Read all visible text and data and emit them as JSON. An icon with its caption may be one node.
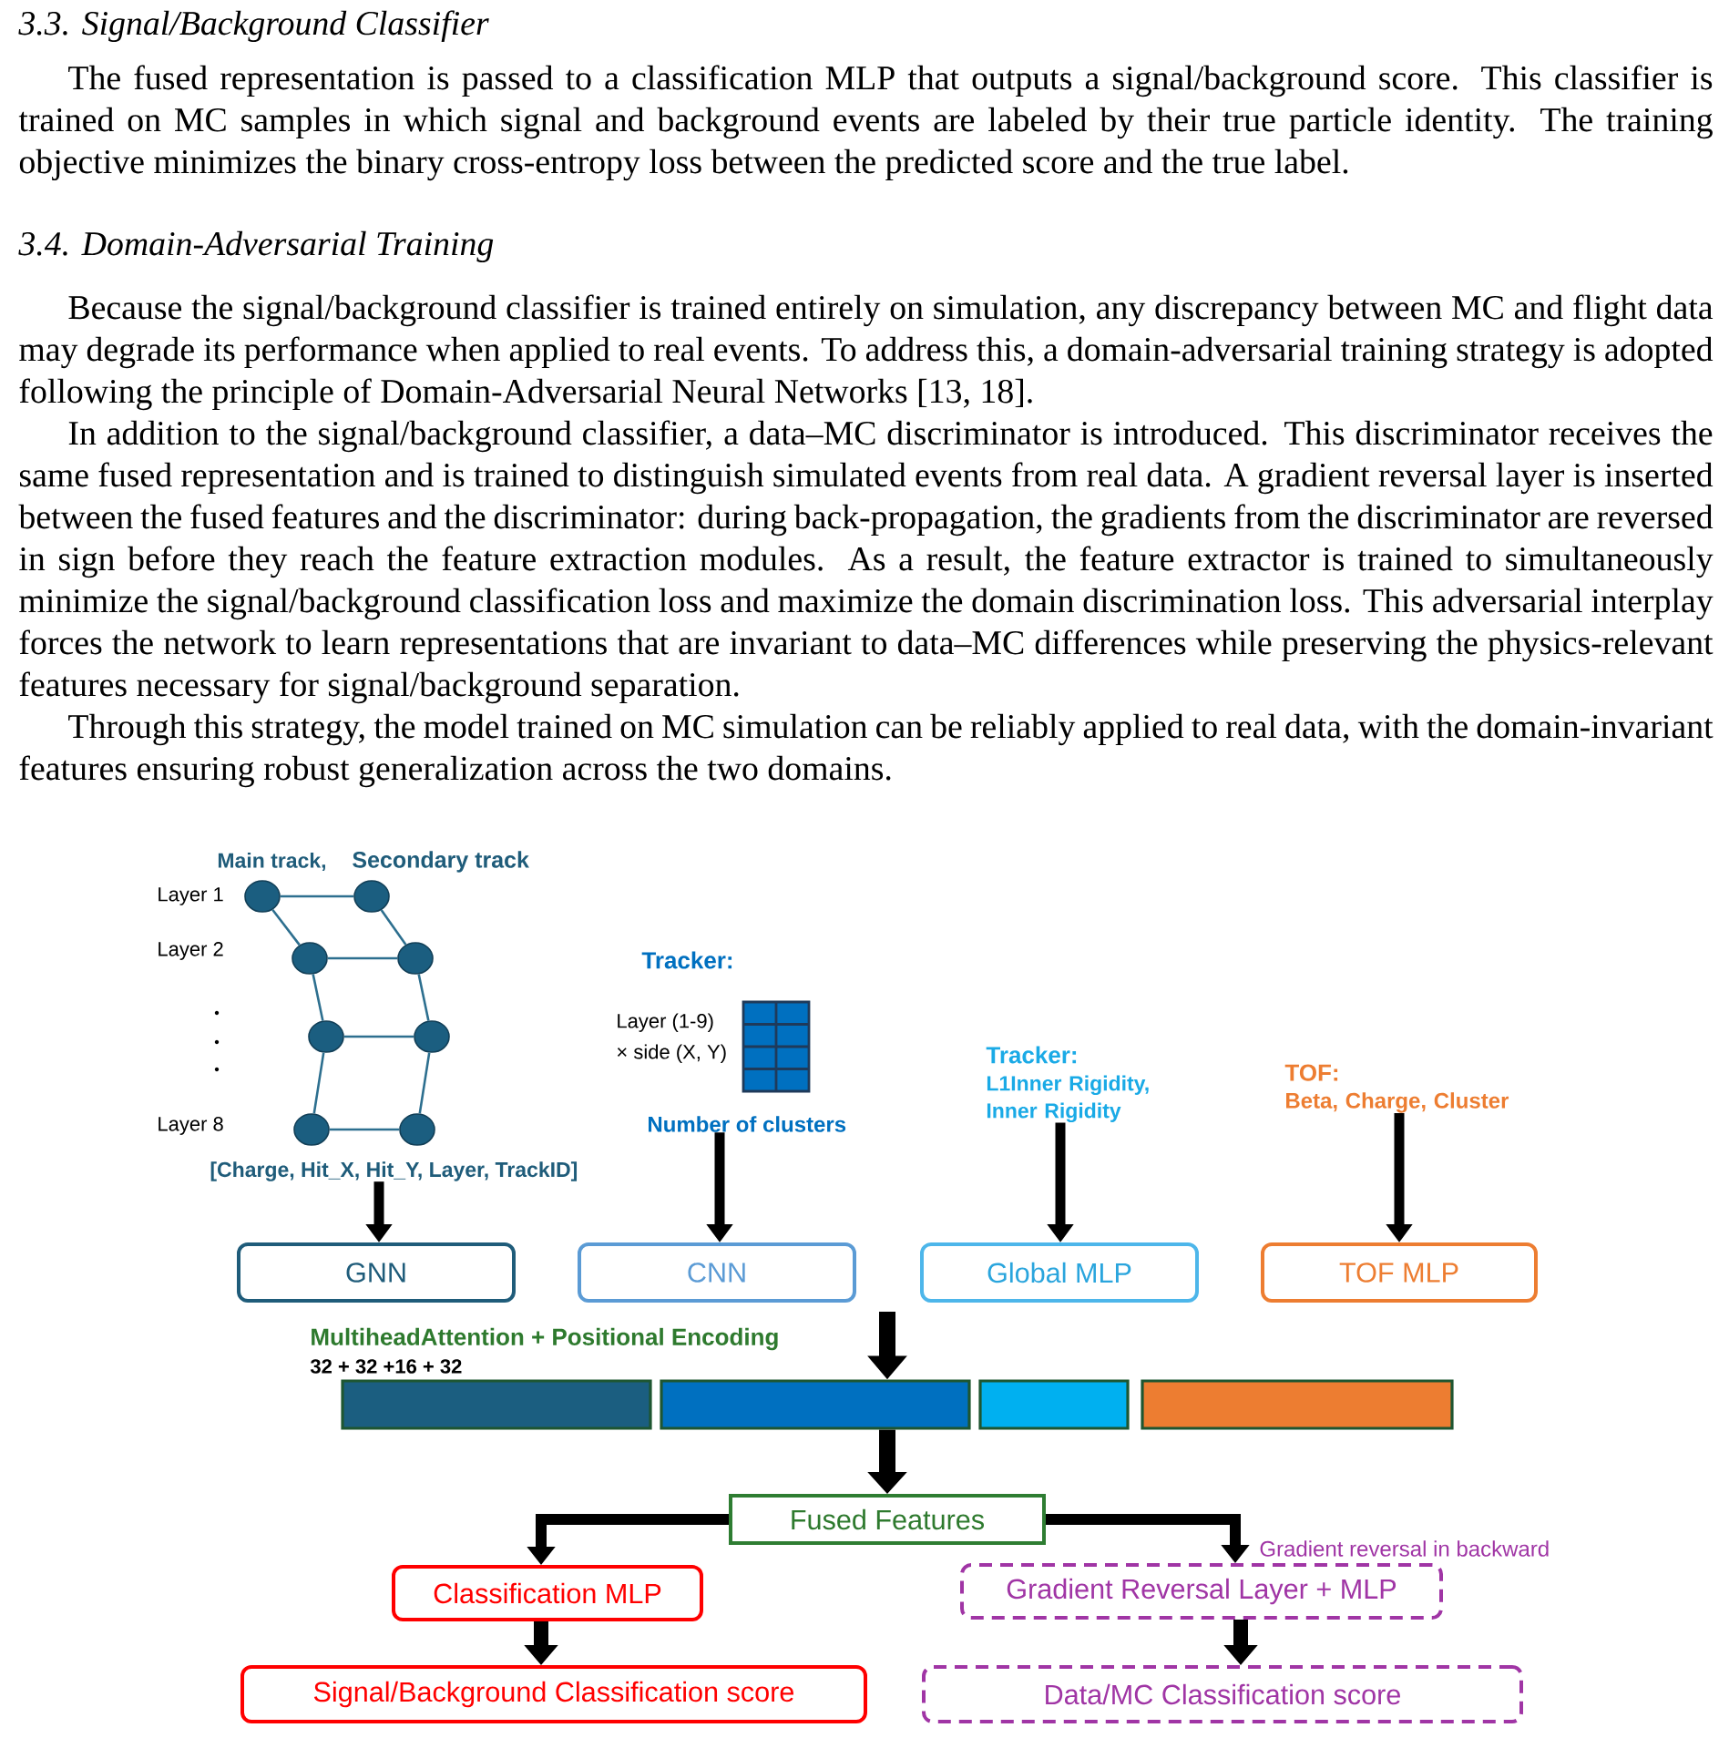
{
  "diagram": {
    "nodes": [
      {
        "text": [],
        "shape": "circle"
      },
      {
        "text": [],
        "shape": "circle"
      },
      {
        "text": [],
        "shape": "circle"
      },
      {
        "text": [],
        "shape": "circle"
      },
      {
        "text": [],
        "shape": "circle"
      },
      {
        "text": [],
        "shape": "circle"
      },
      {
        "text": [],
        "shape": "circle"
      },
      {
        "text": [],
        "shape": "circle"
      },
      {
        "text": [
          "[Charge, Hit_X, Hit_Y, Layer, TrackID]"
        ]
      },
      {
        "text": [
          "Number of clusters"
        ]
      },
      {
        "text": [
          "Tracker:",
          "L1Inner Rigidity, Inner Rigidity"
        ]
      },
      {
        "text": [
          "TOF:",
          "Beta, Charge, Cluster"
        ]
      },
      {
        "text": [
          "GNN"
        ]
      },
      {
        "text": [
          "CNN"
        ]
      },
      {
        "text": [
          "Global MLP"
        ]
      },
      {
        "text": [
          "TOF MLP"
        ]
      },
      {
        "text": [],
        "shape": "bar"
      },
      {
        "text": [],
        "shape": "bar"
      },
      {
        "text": [],
        "shape": "bar"
      },
      {
        "text": [],
        "shape": "bar"
      },
      {
        "text": [
          "Fused Features"
        ]
      },
      {
        "text": [
          "Classification MLP"
        ]
      },
      {
        "text": [
          "Gradient Reversal Layer + MLP"
        ]
      },
      {
        "text": [
          "Signal/Background Classification score"
        ]
      },
      {
        "text": [
          "Data/MC Classification score"
        ]
      }
    ],
    "edges": [
      {
        "from": 0,
        "to": 1,
        "arrow": "none",
        "color": "#2d6f8f"
      },
      {
        "from": 0,
        "to": 2,
        "arrow": "none",
        "color": "#2d6f8f"
      },
      {
        "from": 1,
        "to": 3,
        "arrow": "none",
        "color": "#2d6f8f"
      },
      {
        "from": 2,
        "to": 3,
        "arrow": "none",
        "color": "#2d6f8f"
      },
      {
        "from": 2,
        "to": 4,
        "arrow": "none",
        "color": "#2d6f8f"
      },
      {
        "from": 3,
        "to": 5,
        "arrow": "none",
        "color": "#2d6f8f"
      },
      {
        "from": 4,
        "to": 5,
        "arrow": "none",
        "color": "#2d6f8f"
      },
      {
        "from": 4,
        "to": 6,
        "arrow": "none",
        "color": "#2d6f8f"
      },
      {
        "from": 5,
        "to": 7,
        "arrow": "none",
        "color": "#2d6f8f"
      },
      {
        "from": 6,
        "to": 7,
        "arrow": "none",
        "color": "#2d6f8f"
      },
      {
        "from": 8,
        "to": 12,
        "arrow": "to",
        "style": "thick",
        "color": "#000000"
      },
      {
        "from": 9,
        "to": 13,
        "arrow": "to",
        "style": "thick",
        "color": "#000000"
      },
      {
        "from": 10,
        "to": 14,
        "arrow": "to",
        "style": "thick",
        "color": "#000000"
      },
      {
        "from": 11,
        "to": 15,
        "arrow": "to",
        "style": "thick",
        "color": "#000000"
      },
      {
        "from": null,
        "to": 17,
        "arrow": "to",
        "style": "thick",
        "color": "#000000"
      },
      {
        "from": 17,
        "to": 20,
        "arrow": "to",
        "style": "thick",
        "color": "#000000"
      },
      {
        "from": 20,
        "to": 21,
        "arrow": "to",
        "style": "thick",
        "color": "#000000"
      },
      {
        "from": 20,
        "to": 22,
        "arrow": "to",
        "style": "thick",
        "color": "#000000",
        "label": "Gradient reversal in backward"
      },
      {
        "from": 21,
        "to": 23,
        "arrow": "to",
        "style": "thick",
        "color": "#000000"
      },
      {
        "from": 22,
        "to": 24,
        "arrow": "to",
        "style": "thick",
        "color": "#000000"
      }
    ],
    "labels": [
      "3.3. Signal/Background Classifier",
      "The fused representation is passed to a classification MLP that outputs a signal/background score. This classifier is trained on MC samples in which signal and background events are labeled by their true particle identity. The training objective minimizes the binary cross-entropy loss between the predicted score and the true label.",
      "3.4. Domain-Adversarial Training",
      "Because the signal/background classifier is trained entirely on simulation, any discrepancy between MC and flight data may degrade its performance when applied to real events. To address this, a domain-adversarial training strategy is adopted following the principle of Domain-Adversarial Neural Networks [13, 18].",
      "In addition to the signal/background classifier, a data–MC discriminator is introduced. This discriminator receives the same fused representation and is trained to distinguish simulated events from real data. A gradient reversal layer is inserted between the fused features and the discriminator: during back-propagation, the gradients from the discriminator are reversed in sign before they reach the feature extraction modules. As a result, the feature extractor is trained to simultaneously minimize the signal/background classification loss and maximize the domain discrimination loss. This adversarial interplay forces the network to learn representations that are invariant to data–MC differences while preserving the physics-relevant features necessary for signal/background separation.",
      "Through this strategy, the model trained on MC simulation can be reliably applied to real data, with the domain-invariant features ensuring robust generalization across the two domains.",
      "Main track,",
      "Secondary track",
      "Layer 1",
      "Layer 2",
      "Layer 8",
      "Tracker:",
      "Layer (1-9) × side (X, Y)",
      "MultiheadAttention + Positional Encoding",
      "32 + 32 +16 + 32"
    ]
  }
}
